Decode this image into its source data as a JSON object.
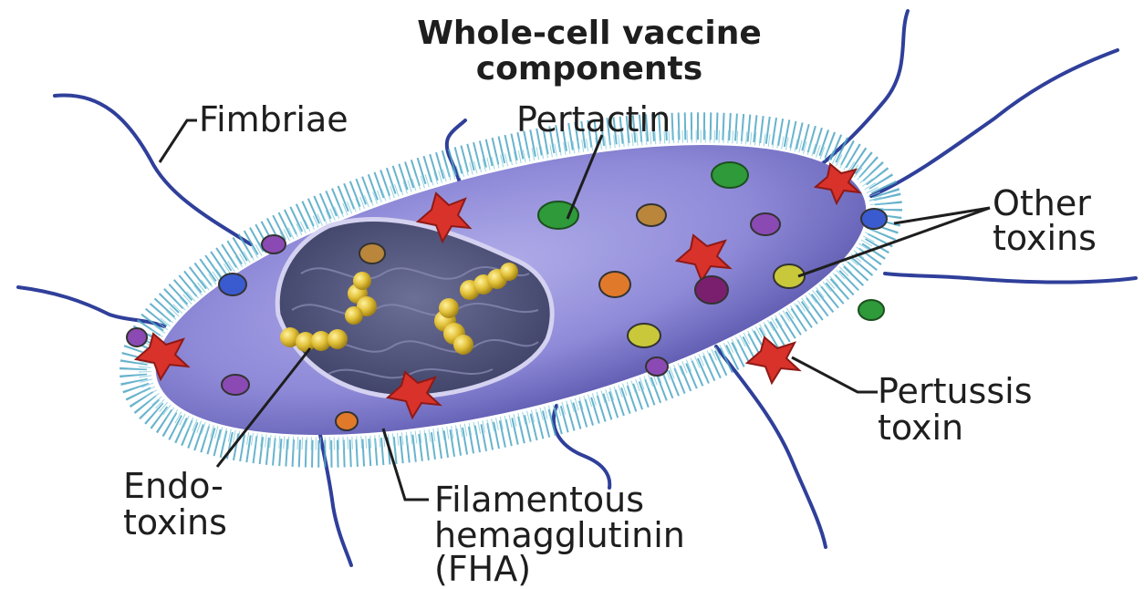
{
  "title": {
    "line1": "Whole-cell vaccine",
    "line2": "components"
  },
  "labels": {
    "fimbriae": "Fimbriae",
    "pertactin": "Pertactin",
    "other_toxins_1": "Other",
    "other_toxins_2": "toxins",
    "pertussis_1": "Pertussis",
    "pertussis_2": "toxin",
    "endo_1": "Endo-",
    "endo_2": "toxins",
    "fha_1": "Filamentous",
    "fha_2": "hemagglutinin",
    "fha_3": "(FHA)"
  },
  "colors": {
    "flagella": "#2f3f9a",
    "cell_body": "#8f8ad8",
    "fuzz": "#4ea6c4",
    "interior": "#55577a",
    "endotoxin": "#e3c23a",
    "pertussis_toxin": "#d8322b",
    "pertactin": "#2e9a3a",
    "other_toxin": "#c8c83a",
    "leader": "#1e1e1e"
  }
}
